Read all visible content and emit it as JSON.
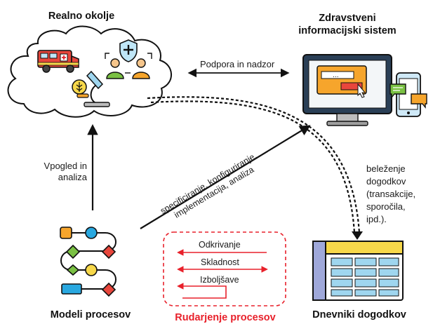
{
  "nodes": {
    "real_env": "Realno okolje",
    "his_line1": "Zdravstveni",
    "his_line2": "informacijski sistem",
    "models": "Modeli procesov",
    "logs": "Dnevniki dogodkov",
    "mining": "Rudarjenje procesov"
  },
  "edges": {
    "support": "Podpora in nadzor",
    "insight_line1": "Vpogled in",
    "insight_line2": "analiza",
    "spec_line1": "specificiranje, konfiguriranje,",
    "spec_line2": "implementacija, analiza",
    "recording_lines": [
      "beleženje",
      "dogodkov",
      "(transakcije,",
      "sporočila,",
      "ipd.)."
    ]
  },
  "mining_steps": [
    "Odkrivanje",
    "Skladnost",
    "Izboljšave"
  ],
  "colors": {
    "mining_accent": "#e8212b",
    "arrow": "#111111",
    "cloud_fill": "#ffffff",
    "monitor_screen": "#2a3f56",
    "window_orange": "#f6a52c",
    "log_header": "#f7d84a",
    "log_cells": "#9fd6ef",
    "model_orange": "#f6a52c",
    "model_blue": "#29a8e0",
    "model_green": "#7ac143",
    "model_red": "#e8463c",
    "model_yellow": "#f7d84a"
  },
  "icons": [
    "ambulance-icon",
    "wheat-icon",
    "microscope-icon",
    "medical-staff-icon",
    "shield-icon",
    "monitor-icon",
    "phone-icon",
    "chat-bubble-icon",
    "process-model-icon",
    "log-table-icon"
  ]
}
